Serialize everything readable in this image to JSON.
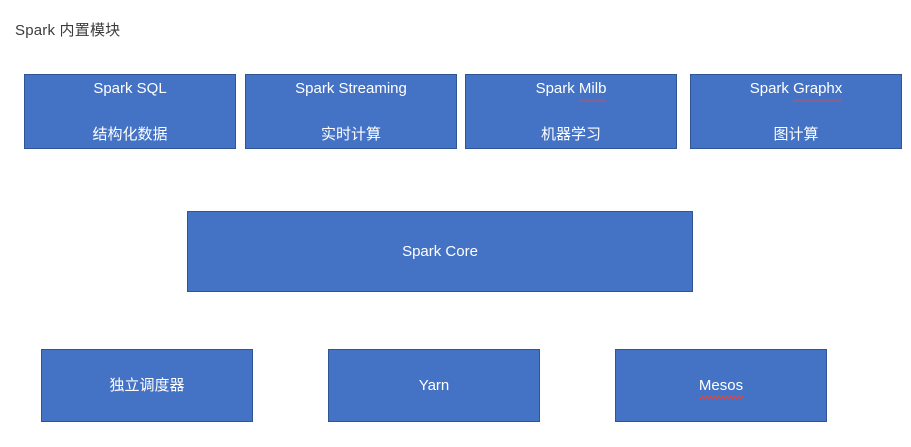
{
  "diagram": {
    "title": "Spark 内置模块",
    "colors": {
      "node_fill": "#4472c4",
      "node_border": "#2f5597",
      "node_text": "#ffffff",
      "title_text": "#3c3c3c",
      "background": "#ffffff",
      "spellcheck_underline": "#e8453c"
    },
    "rows": [
      {
        "name": "libraries",
        "nodes": [
          {
            "id": "spark-sql",
            "line1": "Spark SQL",
            "line2": "结构化数据",
            "misspelled_token": ""
          },
          {
            "id": "spark-streaming",
            "line1": "Spark Streaming",
            "line2": "实时计算",
            "misspelled_token": ""
          },
          {
            "id": "spark-mllib",
            "line1": "Spark Milb",
            "line2": "机器学习",
            "misspelled_token": "Milb"
          },
          {
            "id": "spark-graphx",
            "line1": "Spark Graphx",
            "line2": "图计算",
            "misspelled_token": "Graphx"
          }
        ]
      },
      {
        "name": "core",
        "nodes": [
          {
            "id": "spark-core",
            "line1": "Spark Core",
            "line2": "",
            "misspelled_token": ""
          }
        ]
      },
      {
        "name": "cluster-managers",
        "nodes": [
          {
            "id": "standalone",
            "line1": "独立调度器",
            "line2": "",
            "misspelled_token": ""
          },
          {
            "id": "yarn",
            "line1": "Yarn",
            "line2": "",
            "misspelled_token": ""
          },
          {
            "id": "mesos",
            "line1": "Mesos",
            "line2": "",
            "misspelled_token": "Mesos"
          }
        ]
      }
    ]
  }
}
